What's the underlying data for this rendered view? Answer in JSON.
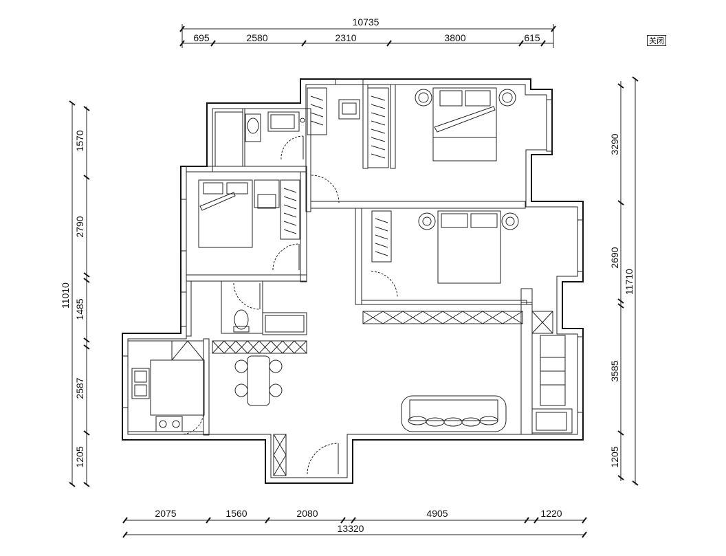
{
  "close_button": "关闭",
  "dimensions": {
    "top_total": "10735",
    "top_segments": [
      "695",
      "2580",
      "2310",
      "3800",
      "615"
    ],
    "bottom_segments": [
      "2075",
      "1560",
      "2080",
      "4905",
      "1220"
    ],
    "bottom_total": "13320",
    "left_total": "11010",
    "left_segments": [
      "1570",
      "2790",
      "1485",
      "2587",
      "1205"
    ],
    "right_total": "11710",
    "right_segments": [
      "3290",
      "2690",
      "3585",
      "1205"
    ]
  }
}
